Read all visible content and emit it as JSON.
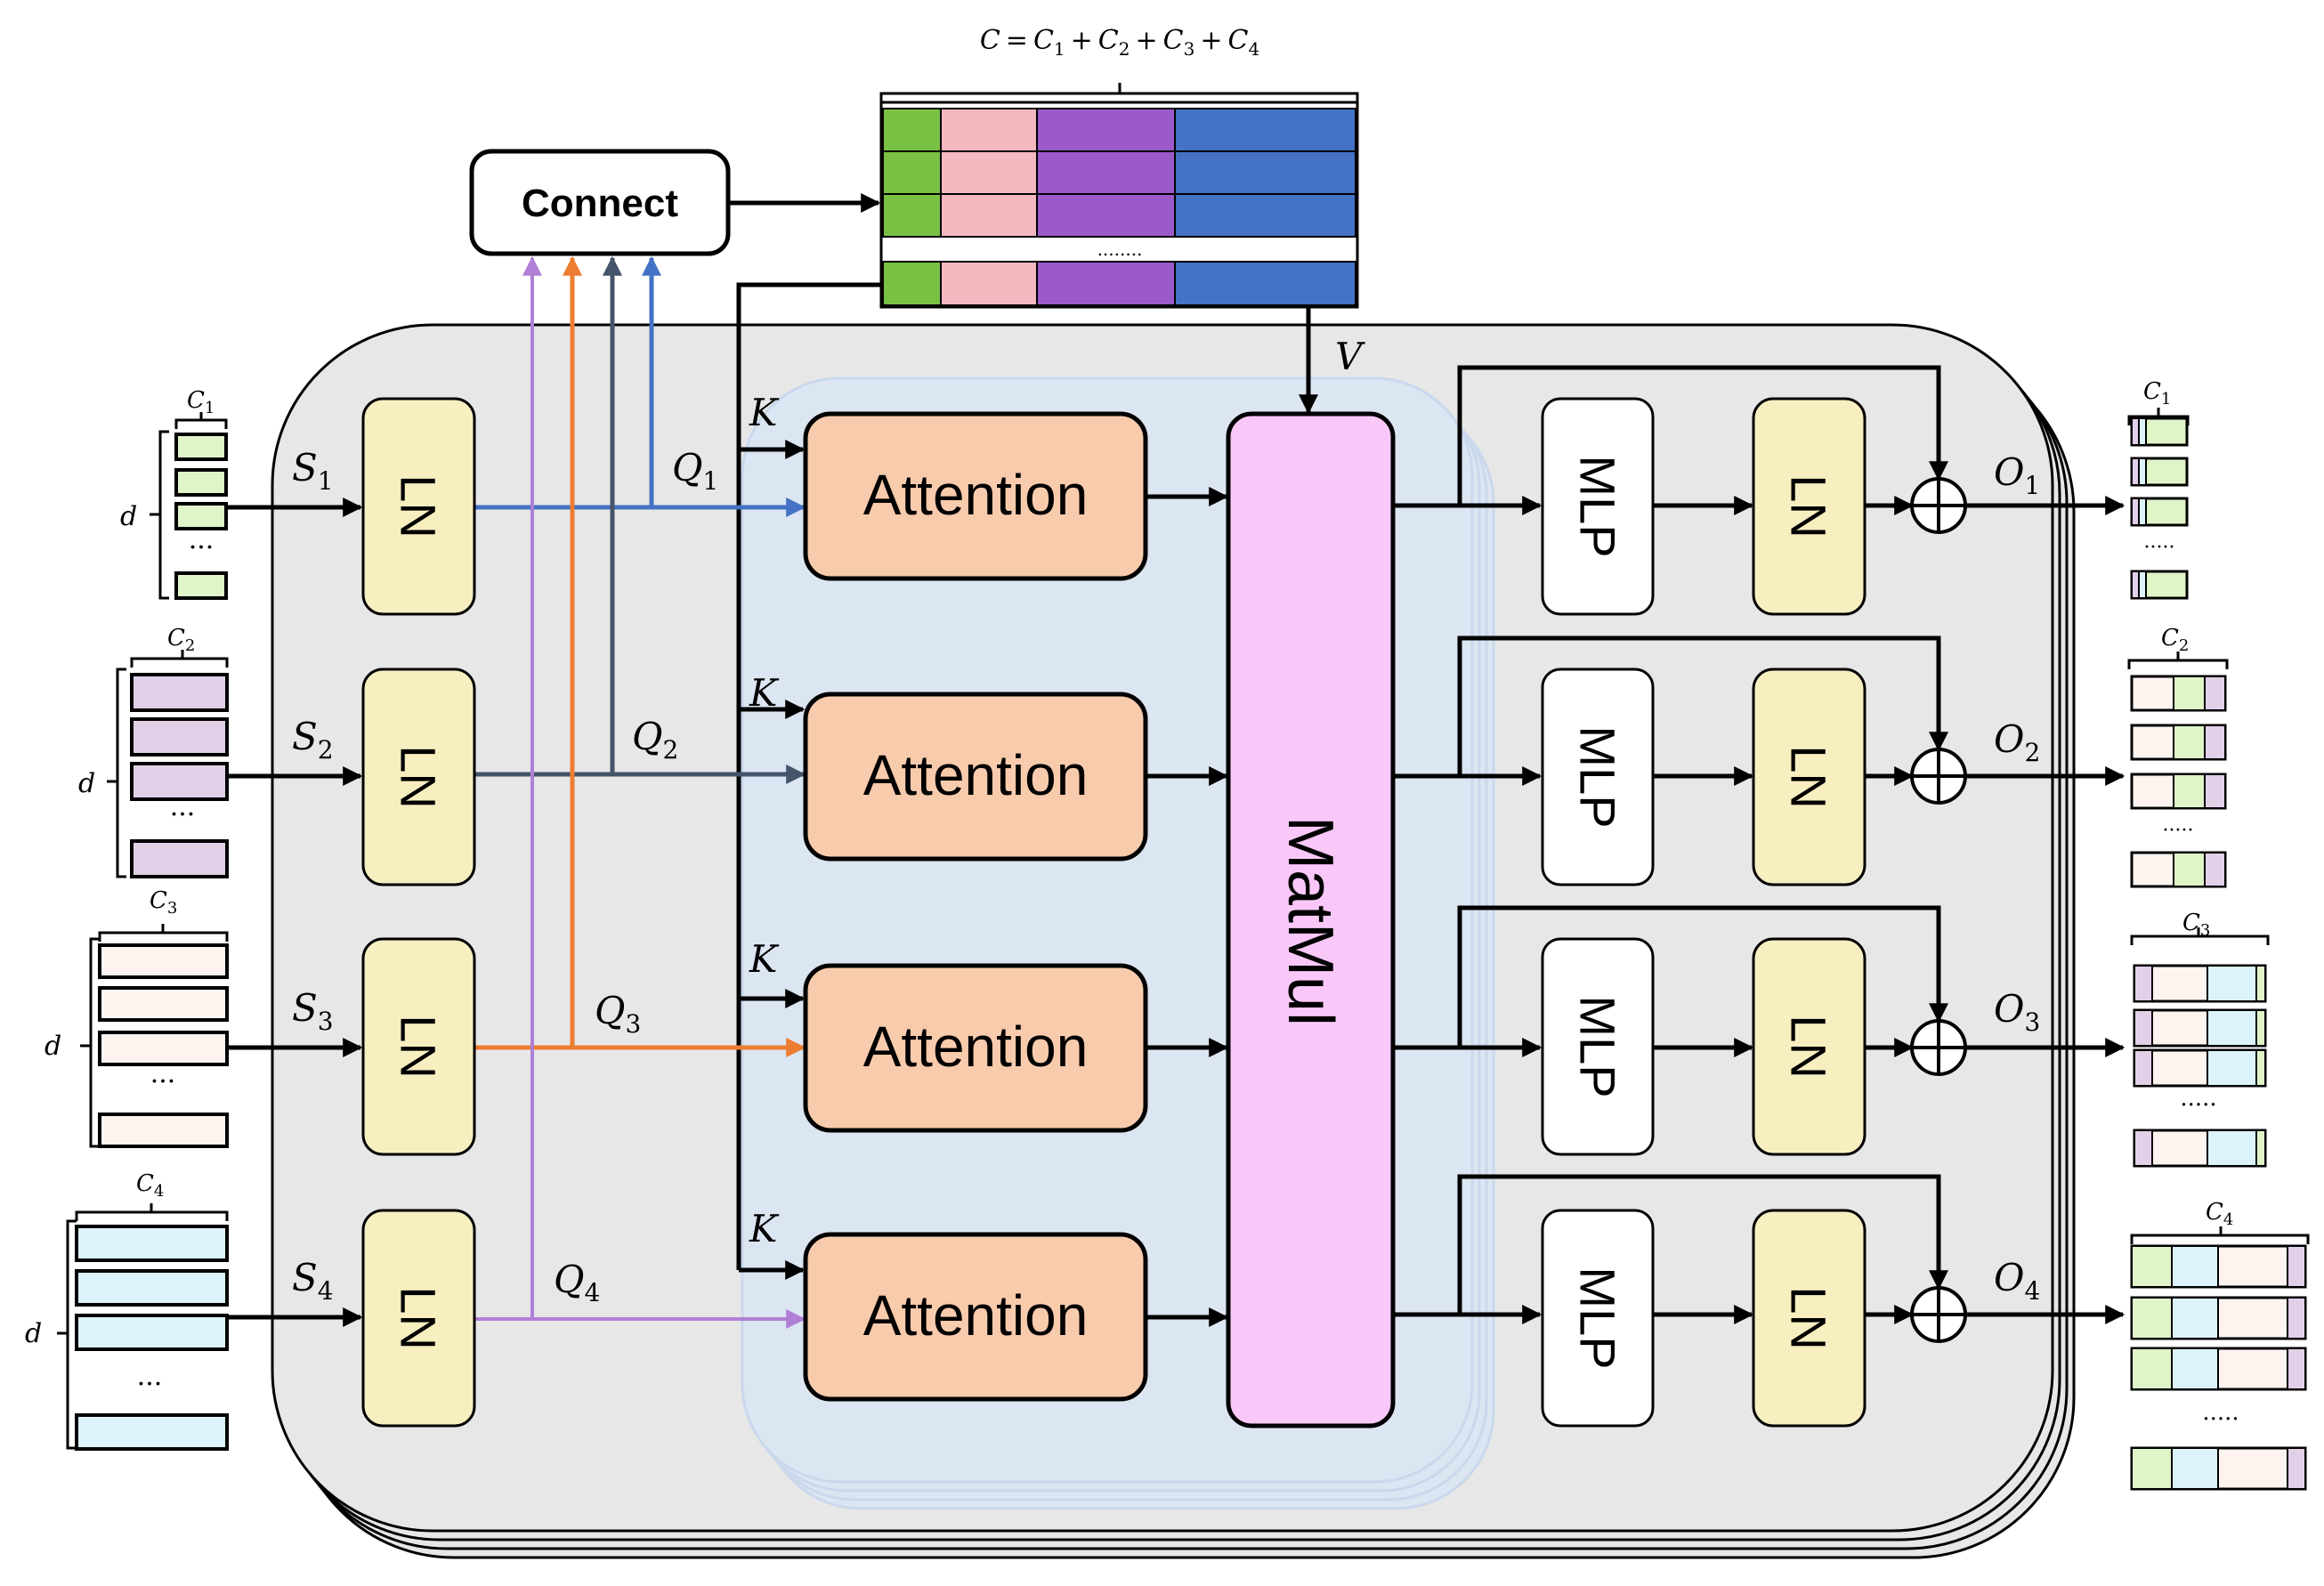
{
  "formula": {
    "lhs": "C",
    "eq": "=",
    "terms": [
      {
        "letter": "C",
        "sub": "1"
      },
      {
        "letter": "C",
        "sub": "2"
      },
      {
        "letter": "C",
        "sub": "3"
      },
      {
        "letter": "C",
        "sub": "4"
      }
    ],
    "plus": "+"
  },
  "connect_label": "Connect",
  "concat_dots": "........",
  "v_label": "V",
  "k_label": "K",
  "attention_label": "Attention",
  "matmul_label": "MatMul",
  "ln_label": "LN",
  "mlp_label": "MLP",
  "d_label": "d",
  "input_dots": "···",
  "output_dots": "·····",
  "rows": [
    {
      "s": "S",
      "s_sub": "1",
      "q": "Q",
      "q_sub": "1",
      "o": "O",
      "o_sub": "1",
      "c": "C",
      "c_sub": "1"
    },
    {
      "s": "S",
      "s_sub": "2",
      "q": "Q",
      "q_sub": "2",
      "o": "O",
      "o_sub": "2",
      "c": "C",
      "c_sub": "2"
    },
    {
      "s": "S",
      "s_sub": "3",
      "q": "Q",
      "q_sub": "3",
      "o": "O",
      "o_sub": "3",
      "c": "C",
      "c_sub": "3"
    },
    {
      "s": "S",
      "s_sub": "4",
      "q": "Q",
      "q_sub": "4",
      "o": "O",
      "o_sub": "4",
      "c": "C",
      "c_sub": "4"
    }
  ],
  "colors": {
    "q1_blue": "#4472c4",
    "q2_slate": "#44546a",
    "q3_orange": "#ed7d31",
    "q4_purple": "#b07fd6",
    "ln_fill": "#f8efc1",
    "attention_fill": "#f8cbad",
    "matmul_fill": "#fac8f8",
    "panel_fill": "#e7e7e7",
    "attn_panel_fill": "#dce6f2",
    "green": "#7ac143",
    "pink": "#f4b8c1",
    "violet": "#9b59c9",
    "blue": "#4472c4",
    "in1_fill": "#dff5c8",
    "in2_fill": "#e1d0e8",
    "in3_fill": "#fdf4f0",
    "in4_fill": "#dcf3fb"
  }
}
